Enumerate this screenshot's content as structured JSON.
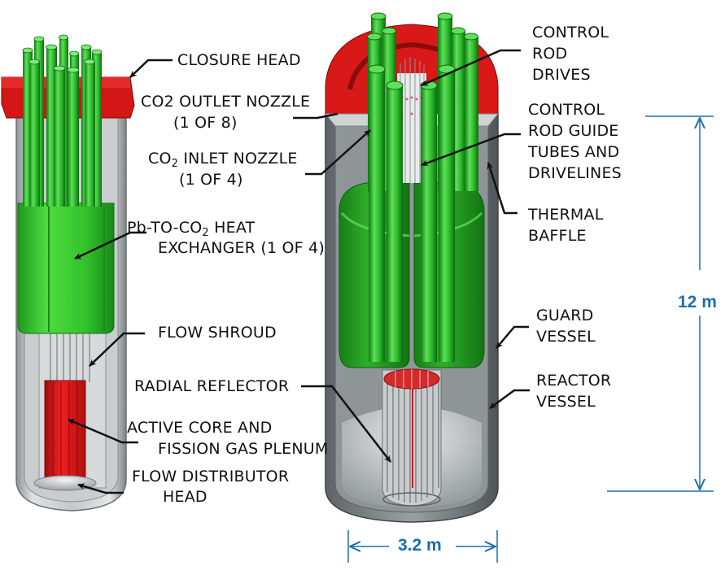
{
  "colors": {
    "head_red": "#d91818",
    "head_red_dark": "#8a0d0d",
    "tube_green": "#2fbf2f",
    "tube_green_dark": "#188a18",
    "hx_green": "#3dcc2e",
    "vessel_gray": "#b9bcbd",
    "vessel_dark": "#4a4f52",
    "core_red": "#e01414",
    "dimension_blue": "#1a6fb0",
    "label_black": "#111111"
  },
  "labels": {
    "closure_head": "CLOSURE HEAD",
    "co2_outlet_nozzle": {
      "line1": "CO2 OUTLET NOZZLE",
      "line2": "(1 OF 8)"
    },
    "co2_inlet_nozzle": {
      "line1_pre": "CO",
      "line1_sub": "2",
      "line1_post": " INLET NOZZLE",
      "line2": "(1 OF 4)"
    },
    "heat_exchanger": {
      "line1_pre": "Pb-TO-CO",
      "line1_sub": "2",
      "line1_post": " HEAT",
      "line2": "EXCHANGER (1 OF 4)"
    },
    "flow_shroud": "FLOW SHROUD",
    "radial_reflector": "RADIAL REFLECTOR",
    "active_core": {
      "line1": "ACTIVE CORE AND",
      "line2": "FISSION GAS PLENUM"
    },
    "flow_distributor": {
      "line1": "FLOW DISTRIBUTOR",
      "line2": "HEAD"
    },
    "control_rod_drives": {
      "line1": "CONTROL",
      "line2": "ROD",
      "line3": "DRIVES"
    },
    "guide_tubes": {
      "line1": "CONTROL",
      "line2": "ROD GUIDE",
      "line3": "TUBES AND",
      "line4": "DRIVELINES"
    },
    "thermal_baffle": {
      "line1": "THERMAL",
      "line2": "BAFFLE"
    },
    "guard_vessel": {
      "line1": "GUARD",
      "line2": "VESSEL"
    },
    "reactor_vessel": {
      "line1": "REACTOR",
      "line2": "VESSEL"
    }
  },
  "dimensions": {
    "height": "12 m",
    "width": "3.2 m"
  }
}
